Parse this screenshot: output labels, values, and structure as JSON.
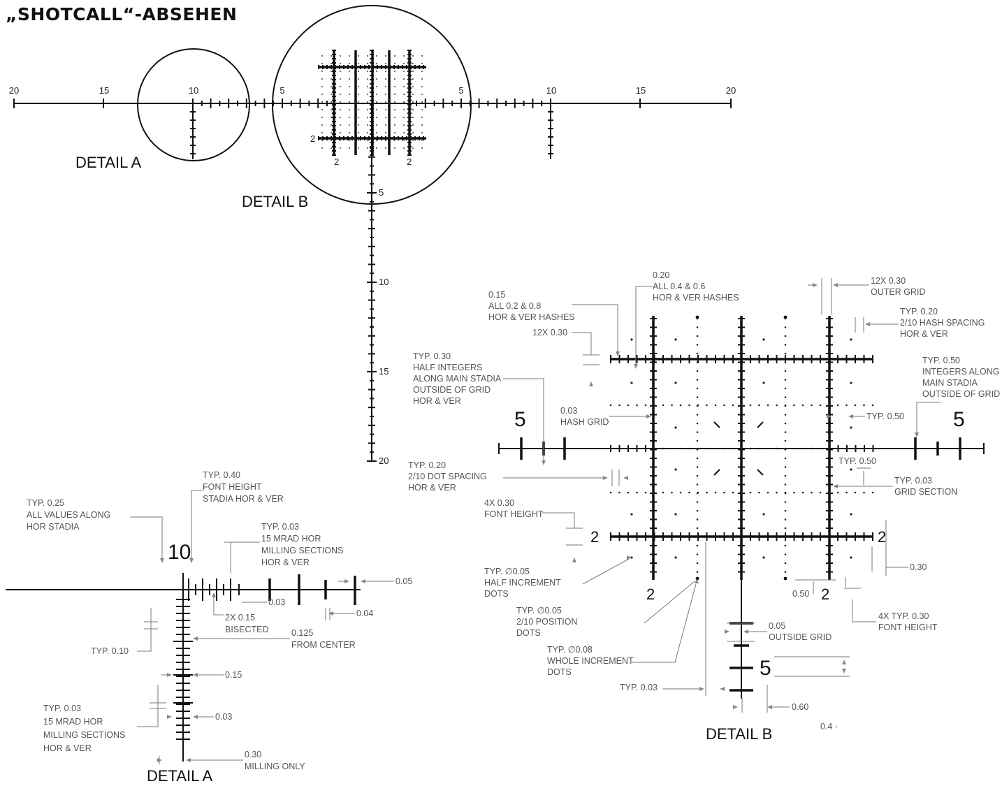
{
  "title": "„SHOTCALL“-ABSEHEN",
  "overview": {
    "hor_labels_left": [
      "20",
      "15",
      "10",
      "5"
    ],
    "hor_labels_right": [
      "5",
      "10",
      "15",
      "20"
    ],
    "ver_labels": [
      "5",
      "10",
      "15",
      "20"
    ],
    "grid_labels": [
      "2",
      "2",
      "2"
    ],
    "detail_a_label": "DETAIL A",
    "detail_b_label": "DETAIL B"
  },
  "detail_a": {
    "title": "DETAIL A",
    "value_10": "10",
    "annotations": [
      [
        "TYP. 0.40",
        "FONT HEIGHT",
        "STADIA HOR & VER"
      ],
      [
        "TYP. 0.25",
        "ALL VALUES ALONG",
        "HOR STADIA"
      ],
      [
        "TYP. 0.03",
        "15 MRAD HOR",
        "MILLING SECTIONS",
        "HOR & VER"
      ],
      [
        "0.05"
      ],
      [
        "0.03"
      ],
      [
        "0.04"
      ],
      [
        "2X 0.15",
        "BISECTED"
      ],
      [
        "0.125",
        "FROM CENTER"
      ],
      [
        "TYP. 0.10"
      ],
      [
        "0.15"
      ],
      [
        "TYP. 0.03",
        "15 MRAD HOR",
        "MILLING SECTIONS",
        "HOR & VER"
      ],
      [
        "0.03"
      ],
      [
        "0.30",
        "MILLING ONLY"
      ]
    ]
  },
  "detail_b": {
    "title": "DETAIL B",
    "numbers": [
      "5",
      "5",
      "2",
      "2",
      "2",
      "2",
      "5"
    ],
    "annotations": [
      [
        "0.20",
        "ALL 0.4 & 0.6",
        "HOR & VER HASHES"
      ],
      [
        "0.15",
        "ALL 0.2 & 0.8",
        "HOR & VER HASHES"
      ],
      [
        "12X 0.30",
        "OUTER GRID"
      ],
      [
        "TYP. 0.20",
        "2/10 HASH SPACING",
        "HOR & VER"
      ],
      [
        "12X 0.30"
      ],
      [
        "TYP. 0.30",
        "HALF INTEGERS",
        "ALONG MAIN STADIA",
        "OUTSIDE OF GRID",
        "HOR & VER"
      ],
      [
        "TYP. 0.50",
        "INTEGERS ALONG",
        "MAIN STADIA",
        "OUTSIDE OF GRID"
      ],
      [
        "0.03",
        "HASH GRID"
      ],
      [
        "TYP. 0.50"
      ],
      [
        "TYP. 0.50"
      ],
      [
        "TYP. 0.20",
        "2/10 DOT SPACING",
        "HOR & VER"
      ],
      [
        "TYP. 0.03",
        "GRID SECTION"
      ],
      [
        "4X 0.30",
        "FONT HEIGHT"
      ],
      [
        "0.30"
      ],
      [
        "TYP.  ∅0.05",
        "HALF INCREMENT",
        "DOTS"
      ],
      [
        "0.50"
      ],
      [
        "4X TYP. 0.30",
        "FONT HEIGHT"
      ],
      [
        "TYP.  ∅0.05",
        "2/10 POSITION",
        "DOTS"
      ],
      [
        "0.05",
        "OUTSIDE GRID"
      ],
      [
        "TYP.  ∅0.08",
        "WHOLE INCREMENT",
        "DOTS"
      ],
      [
        "TYP. 0.03"
      ],
      [
        "0.60"
      ],
      [
        "0.4  -"
      ]
    ]
  }
}
